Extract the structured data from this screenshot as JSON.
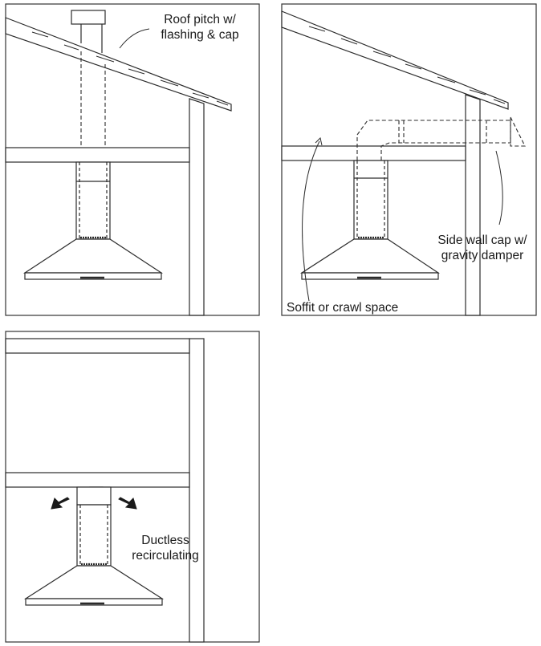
{
  "panels": [
    {
      "label": "Roof pitch w/\nflashing & cap"
    },
    {
      "label_callout": "Side wall cap w/\ngravity damper",
      "label_bottom": "Soffit or crawl space"
    },
    {
      "label": "Ductless\nrecirculating"
    }
  ],
  "colors": {
    "stroke": "#2b2b2b",
    "fill": "#ffffff",
    "frame": "#333333"
  }
}
